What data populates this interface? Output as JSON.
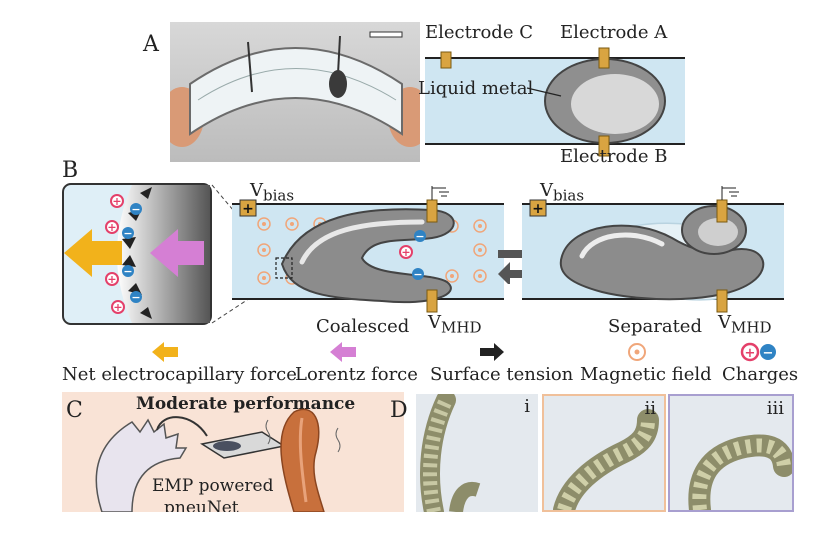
{
  "panelA": {
    "letter": "A",
    "electrode_c": "Electrode C",
    "electrode_a": "Electrode A",
    "electrode_b": "Electrode B",
    "liquid_metal": "Liquid metal"
  },
  "panelB": {
    "letter": "B",
    "v_bias": "V",
    "v_bias_sub": "bias",
    "v_mhd": "V",
    "v_mhd_sub": "MHD",
    "coalesced": "Coalesced",
    "separated": "Separated",
    "plus_sign": "+",
    "minus_sign": "−"
  },
  "legend": {
    "net_electrocapillary": "Net electrocapillary force",
    "lorentz": "Lorentz force",
    "surface_tension": "Surface tension",
    "magnetic_field": "Magnetic field",
    "charges": "Charges"
  },
  "panelC": {
    "letter": "C",
    "title": "Moderate performance",
    "caption_line1": "EMP powered",
    "caption_line2": "pneuNet"
  },
  "panelD": {
    "letter": "D",
    "sub_labels": [
      "i",
      "ii",
      "iii"
    ]
  },
  "colors": {
    "channel": "#cfe6f2",
    "electrode": "#d9a441",
    "metal": "#9a9a9a",
    "net_force": "#f2b21b",
    "lorentz": "#d57fd4",
    "plus": "#e4406a",
    "minus": "#2f83c4",
    "field_ring": "#f0a67a",
    "panelC_bg": "#f9e3d6",
    "panelD_ii_border": "#f0c09a",
    "panelD_iii_border": "#a89fd0"
  }
}
